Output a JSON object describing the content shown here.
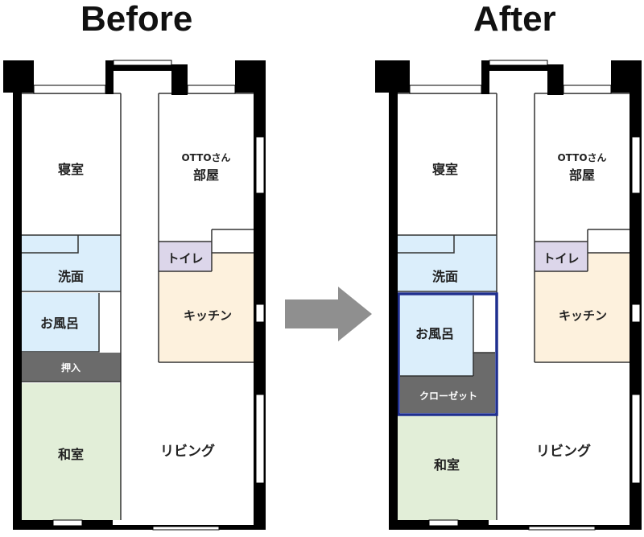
{
  "before": {
    "heading": "Before",
    "rooms": {
      "bedroom": "寝室",
      "otto_line1": "OTTOさん",
      "otto_line2": "部屋",
      "washroom": "洗面",
      "toilet": "トイレ",
      "bath": "お風呂",
      "kitchen": "キッチン",
      "closet": "押入",
      "washitsu": "和室",
      "living": "リビング"
    }
  },
  "after": {
    "heading": "After",
    "rooms": {
      "bedroom": "寝室",
      "otto_line1": "OTTOさん",
      "otto_line2": "部屋",
      "washroom": "洗面",
      "toilet": "トイレ",
      "bath": "お風呂",
      "kitchen": "キッチン",
      "closet": "クローゼット",
      "washitsu": "和室",
      "living": "リビング"
    }
  },
  "colors": {
    "wall": "#000000",
    "wash": "#dbeefb",
    "toilet": "#dcd6ea",
    "kitchen": "#fdf1dd",
    "closet": "#6b6b6b",
    "washitsu": "#e2eed8",
    "highlight": "#1f2f8f",
    "arrow": "#8f8f8f"
  }
}
